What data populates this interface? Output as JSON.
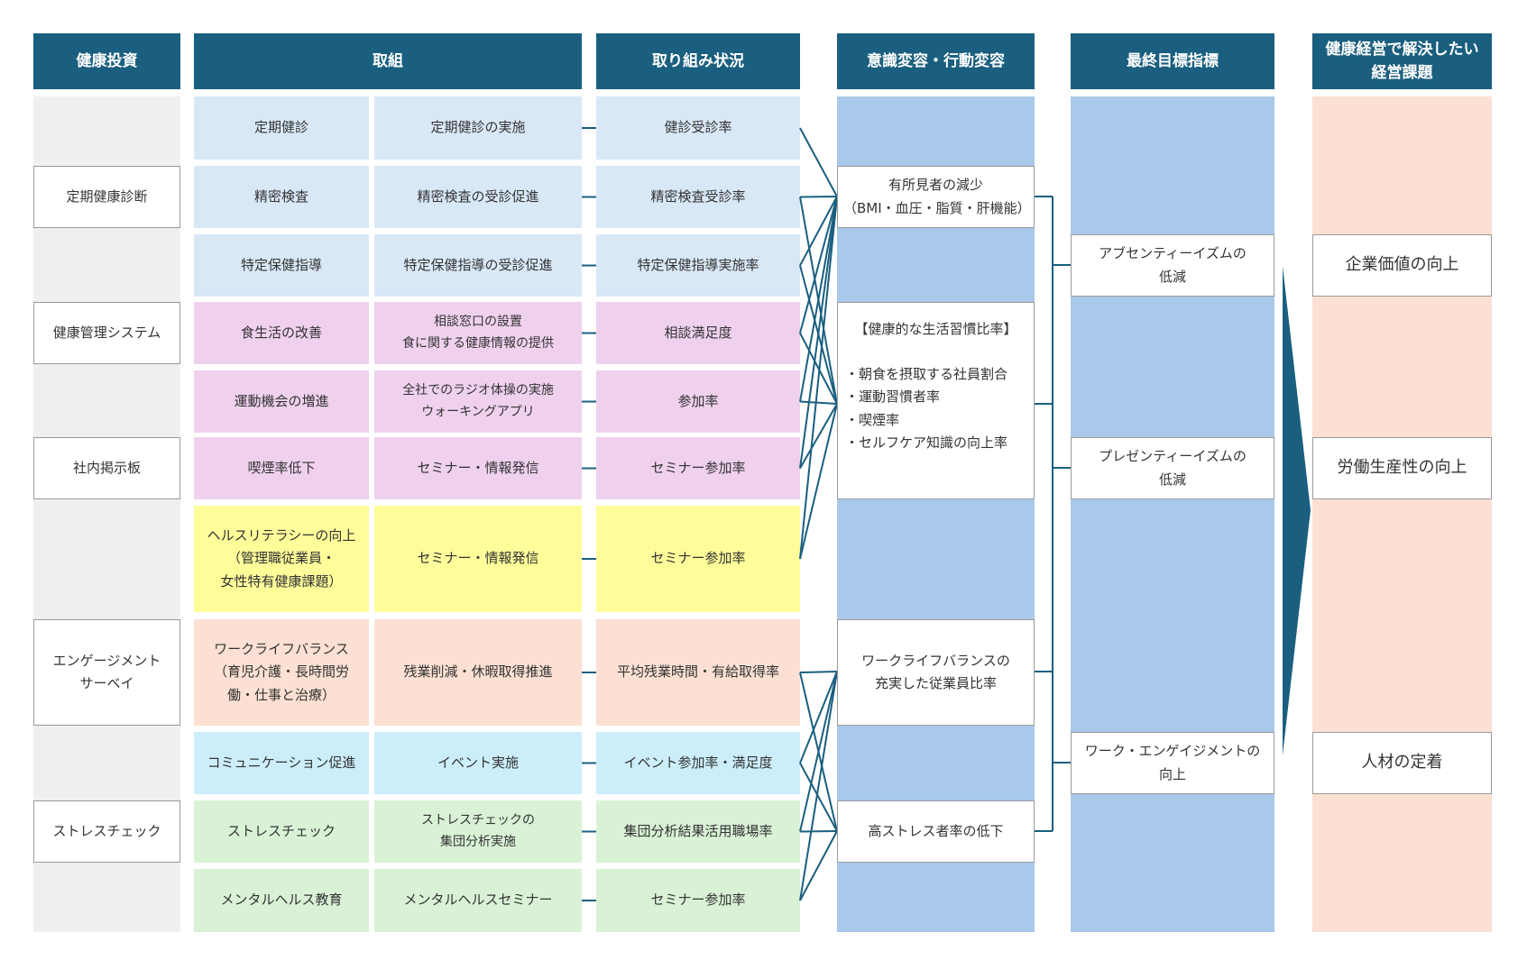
{
  "headers": {
    "investment": "健康投資",
    "initiatives": "取組",
    "status": "取り組み状況",
    "behavior": "意識変容・行動変容",
    "final_goal": "最終目標指標",
    "issue": "健康経営で解決したい\n経営課題"
  },
  "colors": {
    "header_bg": "#1a5f7f",
    "investment_band": "#efefef",
    "behavior_band": "#a9c9ea",
    "goal_band": "#a9c9ea",
    "issue_band": "#fbe0d3",
    "blue_row": "#d9e8f7",
    "pink_row": "#efd1ee",
    "yellow_row": "#fffd9a",
    "peach_row": "#fbe0d3",
    "cyan_row": "#cceefb",
    "green_row": "#d9f2d6",
    "connector": "#1a5f7f"
  },
  "investments": [
    {
      "label": "定期健康診断"
    },
    {
      "label": "健康管理システム"
    },
    {
      "label": "社内掲示板"
    },
    {
      "label": "エンゲージメント\nサーベイ"
    },
    {
      "label": "ストレスチェック"
    }
  ],
  "rows": [
    {
      "color": "blue_row",
      "theme": "定期健診",
      "action": "定期健診の実施",
      "status": "健診受診率"
    },
    {
      "color": "blue_row",
      "theme": "精密検査",
      "action": "精密検査の受診促進",
      "status": "精密検査受診率"
    },
    {
      "color": "blue_row",
      "theme": "特定保健指導",
      "action": "特定保健指導の受診促進",
      "status": "特定保健指導実施率"
    },
    {
      "color": "pink_row",
      "theme": "食生活の改善",
      "action": "相談窓口の設置\n食に関する健康情報の提供",
      "status": "相談満足度"
    },
    {
      "color": "pink_row",
      "theme": "運動機会の増進",
      "action": "全社でのラジオ体操の実施\nウォーキングアプリ",
      "status": "参加率"
    },
    {
      "color": "pink_row",
      "theme": "喫煙率低下",
      "action": "セミナー・情報発信",
      "status": "セミナー参加率"
    },
    {
      "color": "yellow_row",
      "theme": "ヘルスリテラシーの向上\n（管理職従業員・\n女性特有健康課題）",
      "action": "セミナー・情報発信",
      "status": "セミナー参加率"
    },
    {
      "color": "peach_row",
      "theme": "ワークライフバランス\n（育児介護・長時間労\n働・仕事と治療）",
      "action": "残業削減・休暇取得推進",
      "status": "平均残業時間・有給取得率"
    },
    {
      "color": "cyan_row",
      "theme": "コミュニケーション促進",
      "action": "イベント実施",
      "status": "イベント参加率・満足度"
    },
    {
      "color": "green_row",
      "theme": "ストレスチェック",
      "action": "ストレスチェックの\n集団分析実施",
      "status": "集団分析結果活用職場率"
    },
    {
      "color": "green_row",
      "theme": "メンタルヘルス教育",
      "action": "メンタルヘルスセミナー",
      "status": "セミナー参加率"
    }
  ],
  "behaviors": [
    {
      "label": "有所見者の減少\n（BMI・血圧・脂質・肝機能）"
    },
    {
      "title": "【健康的な生活習慣比率】",
      "items": "・朝食を摂取する社員割合\n・運動習慣者率\n・喫煙率\n・セルフケア知識の向上率"
    },
    {
      "label": "ワークライフバランスの\n充実した従業員比率"
    },
    {
      "label": "高ストレス者率の低下"
    }
  ],
  "final_goals": [
    {
      "label": "アブセンティーイズムの\n低減"
    },
    {
      "label": "プレゼンティーイズムの\n低減"
    },
    {
      "label": "ワーク・エンゲイジメントの\n向上"
    }
  ],
  "issues": [
    {
      "label": "企業価値の向上"
    },
    {
      "label": "労働生産性の向上"
    },
    {
      "label": "人材の定着"
    }
  ]
}
